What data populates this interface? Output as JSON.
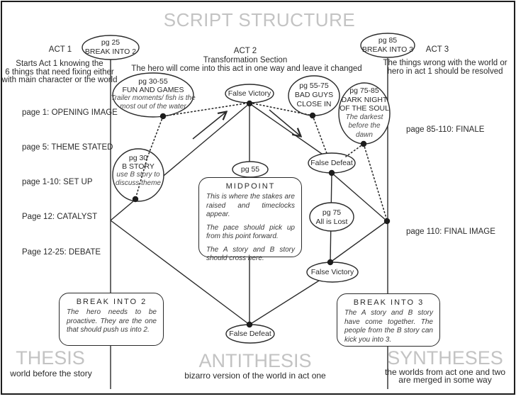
{
  "title": "SCRIPT STRUCTURE",
  "acts": {
    "act1": {
      "label": "ACT 1",
      "desc1": "Starts Act 1 knowing the",
      "desc2": "6 things that need fixing either",
      "desc3": "with main character or the world"
    },
    "act2": {
      "label": "ACT 2",
      "subtitle": "Transformation Section",
      "desc": "The hero will come into this act in one way and leave it changed"
    },
    "act3": {
      "label": "ACT 3",
      "desc1": "The things wrong with the world or",
      "desc2": "hero in act 1 should be resolved"
    }
  },
  "beats_left": {
    "opening_image": "page 1:  OPENING IMAGE",
    "theme_stated": "page 5:  THEME STATED",
    "set_up": "page 1-10:  SET UP",
    "catalyst": "Page 12:  CATALYST",
    "debate": "Page 12-25: DEBATE"
  },
  "beats_right": {
    "finale": "page 85-110:  FINALE",
    "final_image": "page 110: FINAL IMAGE"
  },
  "nodes": {
    "break2": {
      "line1": "pg 25",
      "line2": "BREAK INTO 2"
    },
    "break3": {
      "line1": "pg 85",
      "line2": "BREAK INTO 3"
    },
    "fun": {
      "line1": "pg 30-55",
      "line2": "FUN AND GAMES",
      "it1": "Trailer moments/ fish is the",
      "it2": "most out of the water"
    },
    "bstory": {
      "line1": "pg 30",
      "line2": "B STORY",
      "it1": "use B story to",
      "it2": "discuss theme"
    },
    "false_victory_top": {
      "label": "False Victory"
    },
    "badguys": {
      "line1": "pg 55-75",
      "line2": "BAD GUYS",
      "line3": "CLOSE IN"
    },
    "darknight": {
      "line1": "pg 75-85",
      "line2": "DARK NIGHT",
      "line3": "OF THE SOUL",
      "it1": "The darkest",
      "it2": "before the",
      "it3": "dawn"
    },
    "false_defeat_mid": {
      "label": "False Defeat"
    },
    "pg55": {
      "label": "pg 55"
    },
    "allislost": {
      "line1": "pg 75",
      "line2": "All is Lost"
    },
    "false_victory_bottom": {
      "label": "False Victory"
    },
    "false_defeat_bottom": {
      "label": "False Defeat"
    }
  },
  "boxes": {
    "midpoint": {
      "title": "MIDPOINT",
      "para1": "This is where the stakes are raised and timeclocks appear.",
      "para2": "The pace should pick up from this point forward.",
      "para3": "The A story and B story should cross here."
    },
    "break_into_2": {
      "title": "BREAK INTO 2",
      "text": "The hero needs to be proactive. They are the one that should push us into 2."
    },
    "break_into_3": {
      "title": "BREAK INTO 3",
      "text": "The A story and B story have come together. The people from the B story can kick you into 3."
    }
  },
  "footer": {
    "thesis": {
      "title": "THESIS",
      "subtitle": "world before the story"
    },
    "antithesis": {
      "title": "ANTITHESIS",
      "subtitle": "bizarro version of the world in act one"
    },
    "syntheses": {
      "title": "SYNTHESES",
      "sub1": "the worlds from act one and two",
      "sub2": "are merged in some way"
    }
  },
  "colors": {
    "heading_gray": "#c3c3c3",
    "text": "#2a2a2a",
    "line": "#2a2a2a",
    "background": "#ffffff"
  }
}
